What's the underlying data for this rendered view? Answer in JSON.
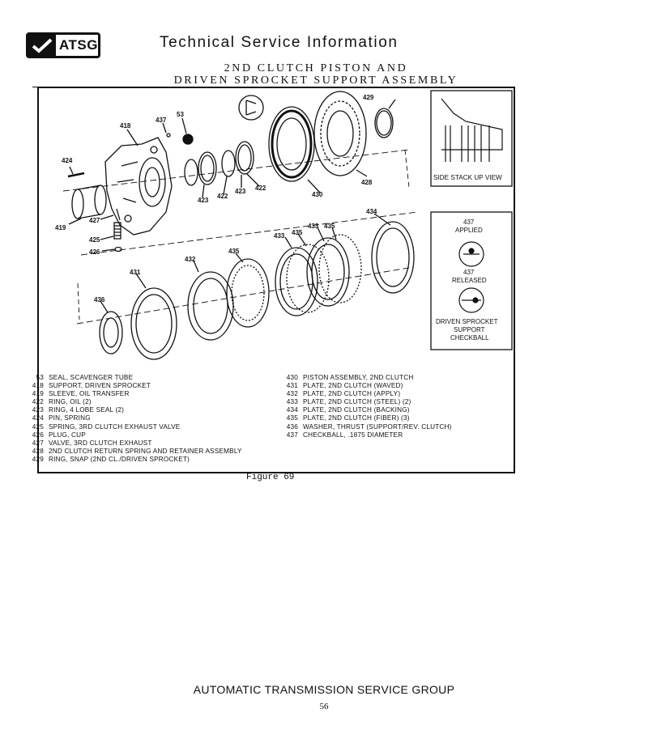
{
  "header": {
    "logo_text": "ATSG",
    "title": "Technical Service Information"
  },
  "document": {
    "title_line1": "2ND CLUTCH PISTON AND",
    "title_line2": "DRIVEN SPROCKET SUPPORT ASSEMBLY",
    "caption": "Figure 69",
    "footer": "AUTOMATIC TRANSMISSION SERVICE GROUP",
    "page_number": "56"
  },
  "diagram": {
    "callouts": [
      "53",
      "437",
      "418",
      "424",
      "419",
      "427",
      "425",
      "426",
      "423",
      "422",
      "423",
      "422",
      "430",
      "429",
      "428",
      "434",
      "433",
      "435",
      "433",
      "435",
      "432",
      "435",
      "431",
      "436"
    ],
    "side_stack_label": "SIDE STACK UP VIEW",
    "checkball_num_applied": "437",
    "checkball_applied": "APPLIED",
    "checkball_num_released": "437",
    "checkball_released": "RELEASED",
    "checkball_caption_1": "DRIVEN SPROCKET",
    "checkball_caption_2": "SUPPORT",
    "checkball_caption_3": "CHECKBALL"
  },
  "legend_left": [
    {
      "num": "53",
      "desc": "SEAL, SCAVENGER TUBE"
    },
    {
      "num": "418",
      "desc": "SUPPORT, DRIVEN SPROCKET"
    },
    {
      "num": "419",
      "desc": "SLEEVE, OIL TRANSFER"
    },
    {
      "num": "422",
      "desc": "RING, OIL (2)"
    },
    {
      "num": "423",
      "desc": "RING, 4 LOBE SEAL (2)"
    },
    {
      "num": "424",
      "desc": "PIN, SPRING"
    },
    {
      "num": "425",
      "desc": "SPRING, 3RD CLUTCH EXHAUST VALVE"
    },
    {
      "num": "426",
      "desc": "PLUG, CUP"
    },
    {
      "num": "427",
      "desc": "VALVE, 3RD CLUTCH EXHAUST"
    },
    {
      "num": "428",
      "desc": "2ND CLUTCH RETURN SPRING AND RETAINER ASSEMBLY"
    },
    {
      "num": "429",
      "desc": "RING, SNAP (2ND CL./DRIVEN SPROCKET)"
    }
  ],
  "legend_right": [
    {
      "num": "430",
      "desc": "PISTON ASSEMBLY, 2ND CLUTCH"
    },
    {
      "num": "431",
      "desc": "PLATE, 2ND CLUTCH (WAVED)"
    },
    {
      "num": "432",
      "desc": "PLATE, 2ND CLUTCH (APPLY)"
    },
    {
      "num": "433",
      "desc": "PLATE, 2ND CLUTCH (STEEL) (2)"
    },
    {
      "num": "434",
      "desc": "PLATE, 2ND CLUTCH (BACKING)"
    },
    {
      "num": "435",
      "desc": "PLATE, 2ND CLUTCH (FIBER) (3)"
    },
    {
      "num": "436",
      "desc": "WASHER, THRUST (SUPPORT/REV. CLUTCH)"
    },
    {
      "num": "437",
      "desc": "CHECKBALL, .1875 DIAMETER"
    }
  ]
}
